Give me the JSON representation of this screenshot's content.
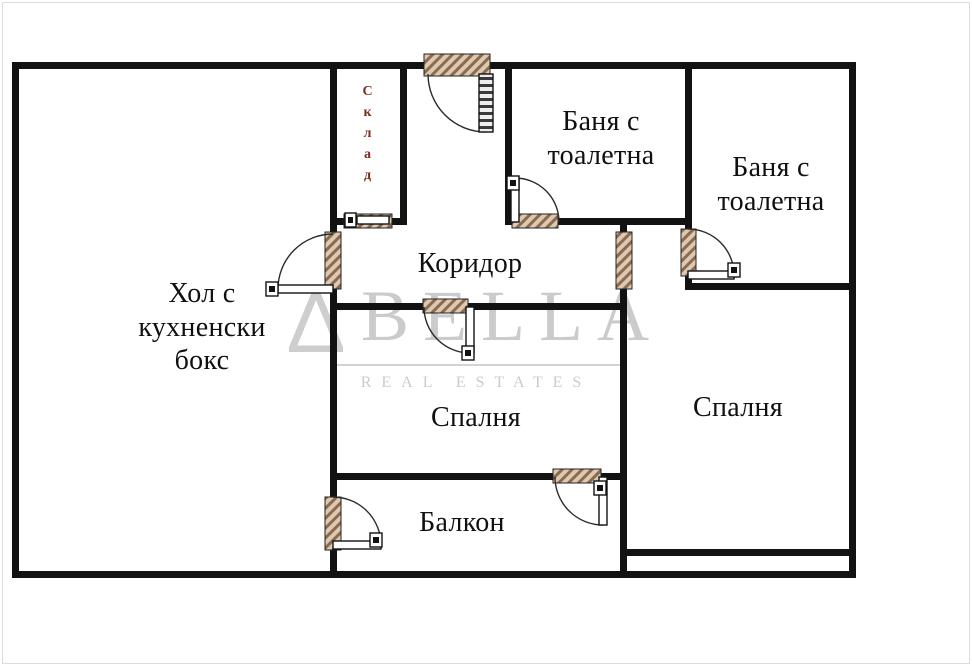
{
  "watermark": {
    "brand": "BELLA",
    "tagline": "REAL ESTATES"
  },
  "rooms": {
    "living": {
      "label": "Хол с кухненски бокс",
      "lines": [
        "Хол с",
        "кухненски",
        "бокс"
      ]
    },
    "storage": {
      "label": "Склад"
    },
    "bath_top": {
      "label": "Баня с тоалетна",
      "lines": [
        "Баня с",
        "тоалетна"
      ]
    },
    "bath_right": {
      "label": "Баня с тоалетна",
      "lines": [
        "Баня с",
        "тоалетна"
      ]
    },
    "corridor": {
      "label": "Коридор"
    },
    "bedroom_middle": {
      "label": "Спалня"
    },
    "bedroom_right": {
      "label": "Спалня"
    },
    "balcony": {
      "label": "Балкон"
    }
  },
  "colors": {
    "wall": "#121212",
    "door_hatch_fill": "#dcc9b2",
    "door_hatch_stripe": "#8d6a4e",
    "storage_text": "#7d2b20",
    "watermark_gray": "#c2c2c2"
  }
}
